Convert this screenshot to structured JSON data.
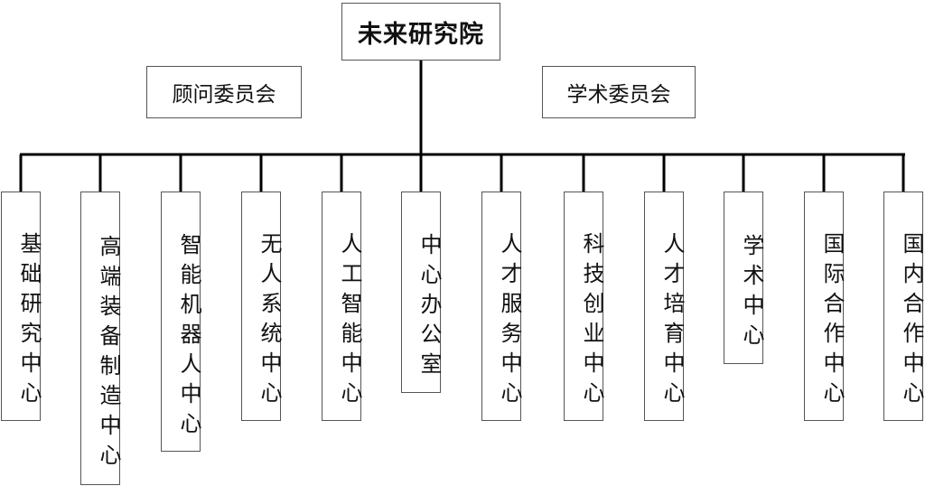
{
  "root": {
    "label": "未来研究院"
  },
  "committees": [
    {
      "label": "顾问委员会"
    },
    {
      "label": "学术委员会"
    }
  ],
  "departments": [
    {
      "label": "基础研究中心"
    },
    {
      "label": "高端装备制造中心"
    },
    {
      "label": "智能机器人中心"
    },
    {
      "label": "无人系统中心"
    },
    {
      "label": "人工智能中心"
    },
    {
      "label": "中心办公室"
    },
    {
      "label": "人才服务中心"
    },
    {
      "label": "科技创业中心"
    },
    {
      "label": "人才培育中心"
    },
    {
      "label": "学术中心"
    },
    {
      "label": "国际合作中心"
    },
    {
      "label": "国内合作中心"
    }
  ]
}
